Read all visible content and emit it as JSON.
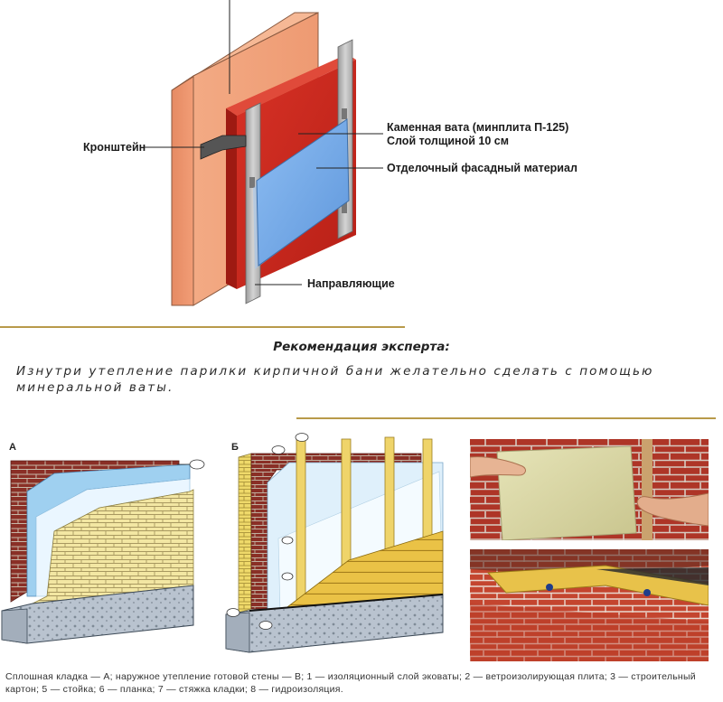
{
  "top_diagram": {
    "labels": {
      "bracket": "Кронштейн",
      "stone_wool_line1": "Каменная вата (минплита П-125)",
      "stone_wool_line2": "Слой толщиной 10 см",
      "facade": "Отделочный фасадный материал",
      "guides": "Направляющие"
    }
  },
  "expert": {
    "title": "Рекомендация эксперта:",
    "text": "Изнутри утепление парилки кирпичной бани желательно сделать с помощью минеральной ваты."
  },
  "schemes": {
    "letter_a": "А",
    "letter_b": "Б"
  },
  "caption": "Сплошная кладка — А; наружное утепление готовой стены — В; 1 — изоляционный слой эковаты; 2 — ветроизолирующая плита; 3 — строительный картон; 5 — стойка; 6 — планка; 7 — стяжка кладки; 8 — гидроизоляция.",
  "colors": {
    "wall": "#f0a27a",
    "insulation": "#c8281e",
    "panel": "#74a9e6",
    "rail": "#b9b9b9",
    "rule": "#b89a4a"
  }
}
